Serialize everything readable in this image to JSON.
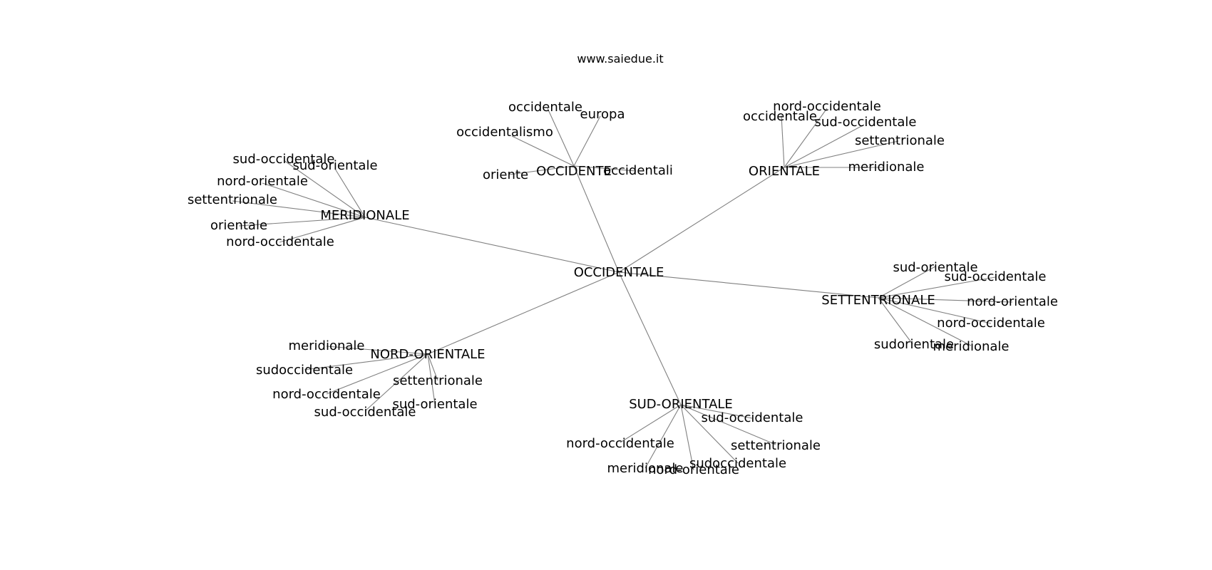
{
  "source": "www.saiedue.it",
  "colors": {
    "edge": "#808080",
    "text": "#000000",
    "background": "#ffffff"
  },
  "root": "OCCIDENTALE",
  "clusters": [
    {
      "id": "occidente",
      "hub": "OCCIDENTE",
      "leaves": [
        "occidentale",
        "europa",
        "occidentalismo",
        "oriente",
        "occidentali"
      ]
    },
    {
      "id": "orientale",
      "hub": "ORIENTALE",
      "leaves": [
        "occidentale",
        "nord-occidentale",
        "sud-occidentale",
        "settentrionale",
        "meridionale"
      ]
    },
    {
      "id": "meridionale",
      "hub": "MERIDIONALE",
      "leaves": [
        "sud-occidentale",
        "sud-orientale",
        "nord-orientale",
        "settentrionale",
        "orientale",
        "nord-occidentale"
      ]
    },
    {
      "id": "settentrionale",
      "hub": "SETTENTRIONALE",
      "leaves": [
        "sud-orientale",
        "sud-occidentale",
        "nord-orientale",
        "nord-occidentale",
        "sudorientale",
        "meridionale"
      ]
    },
    {
      "id": "nord-orientale",
      "hub": "NORD-ORIENTALE",
      "leaves": [
        "meridionale",
        "sudoccidentale",
        "settentrionale",
        "nord-occidentale",
        "sud-orientale",
        "sud-occidentale"
      ]
    },
    {
      "id": "sud-orientale",
      "hub": "SUD-ORIENTALE",
      "leaves": [
        "sud-occidentale",
        "nord-occidentale",
        "settentrionale",
        "sudoccidentale",
        "meridionale",
        "nord-orientale"
      ]
    }
  ]
}
